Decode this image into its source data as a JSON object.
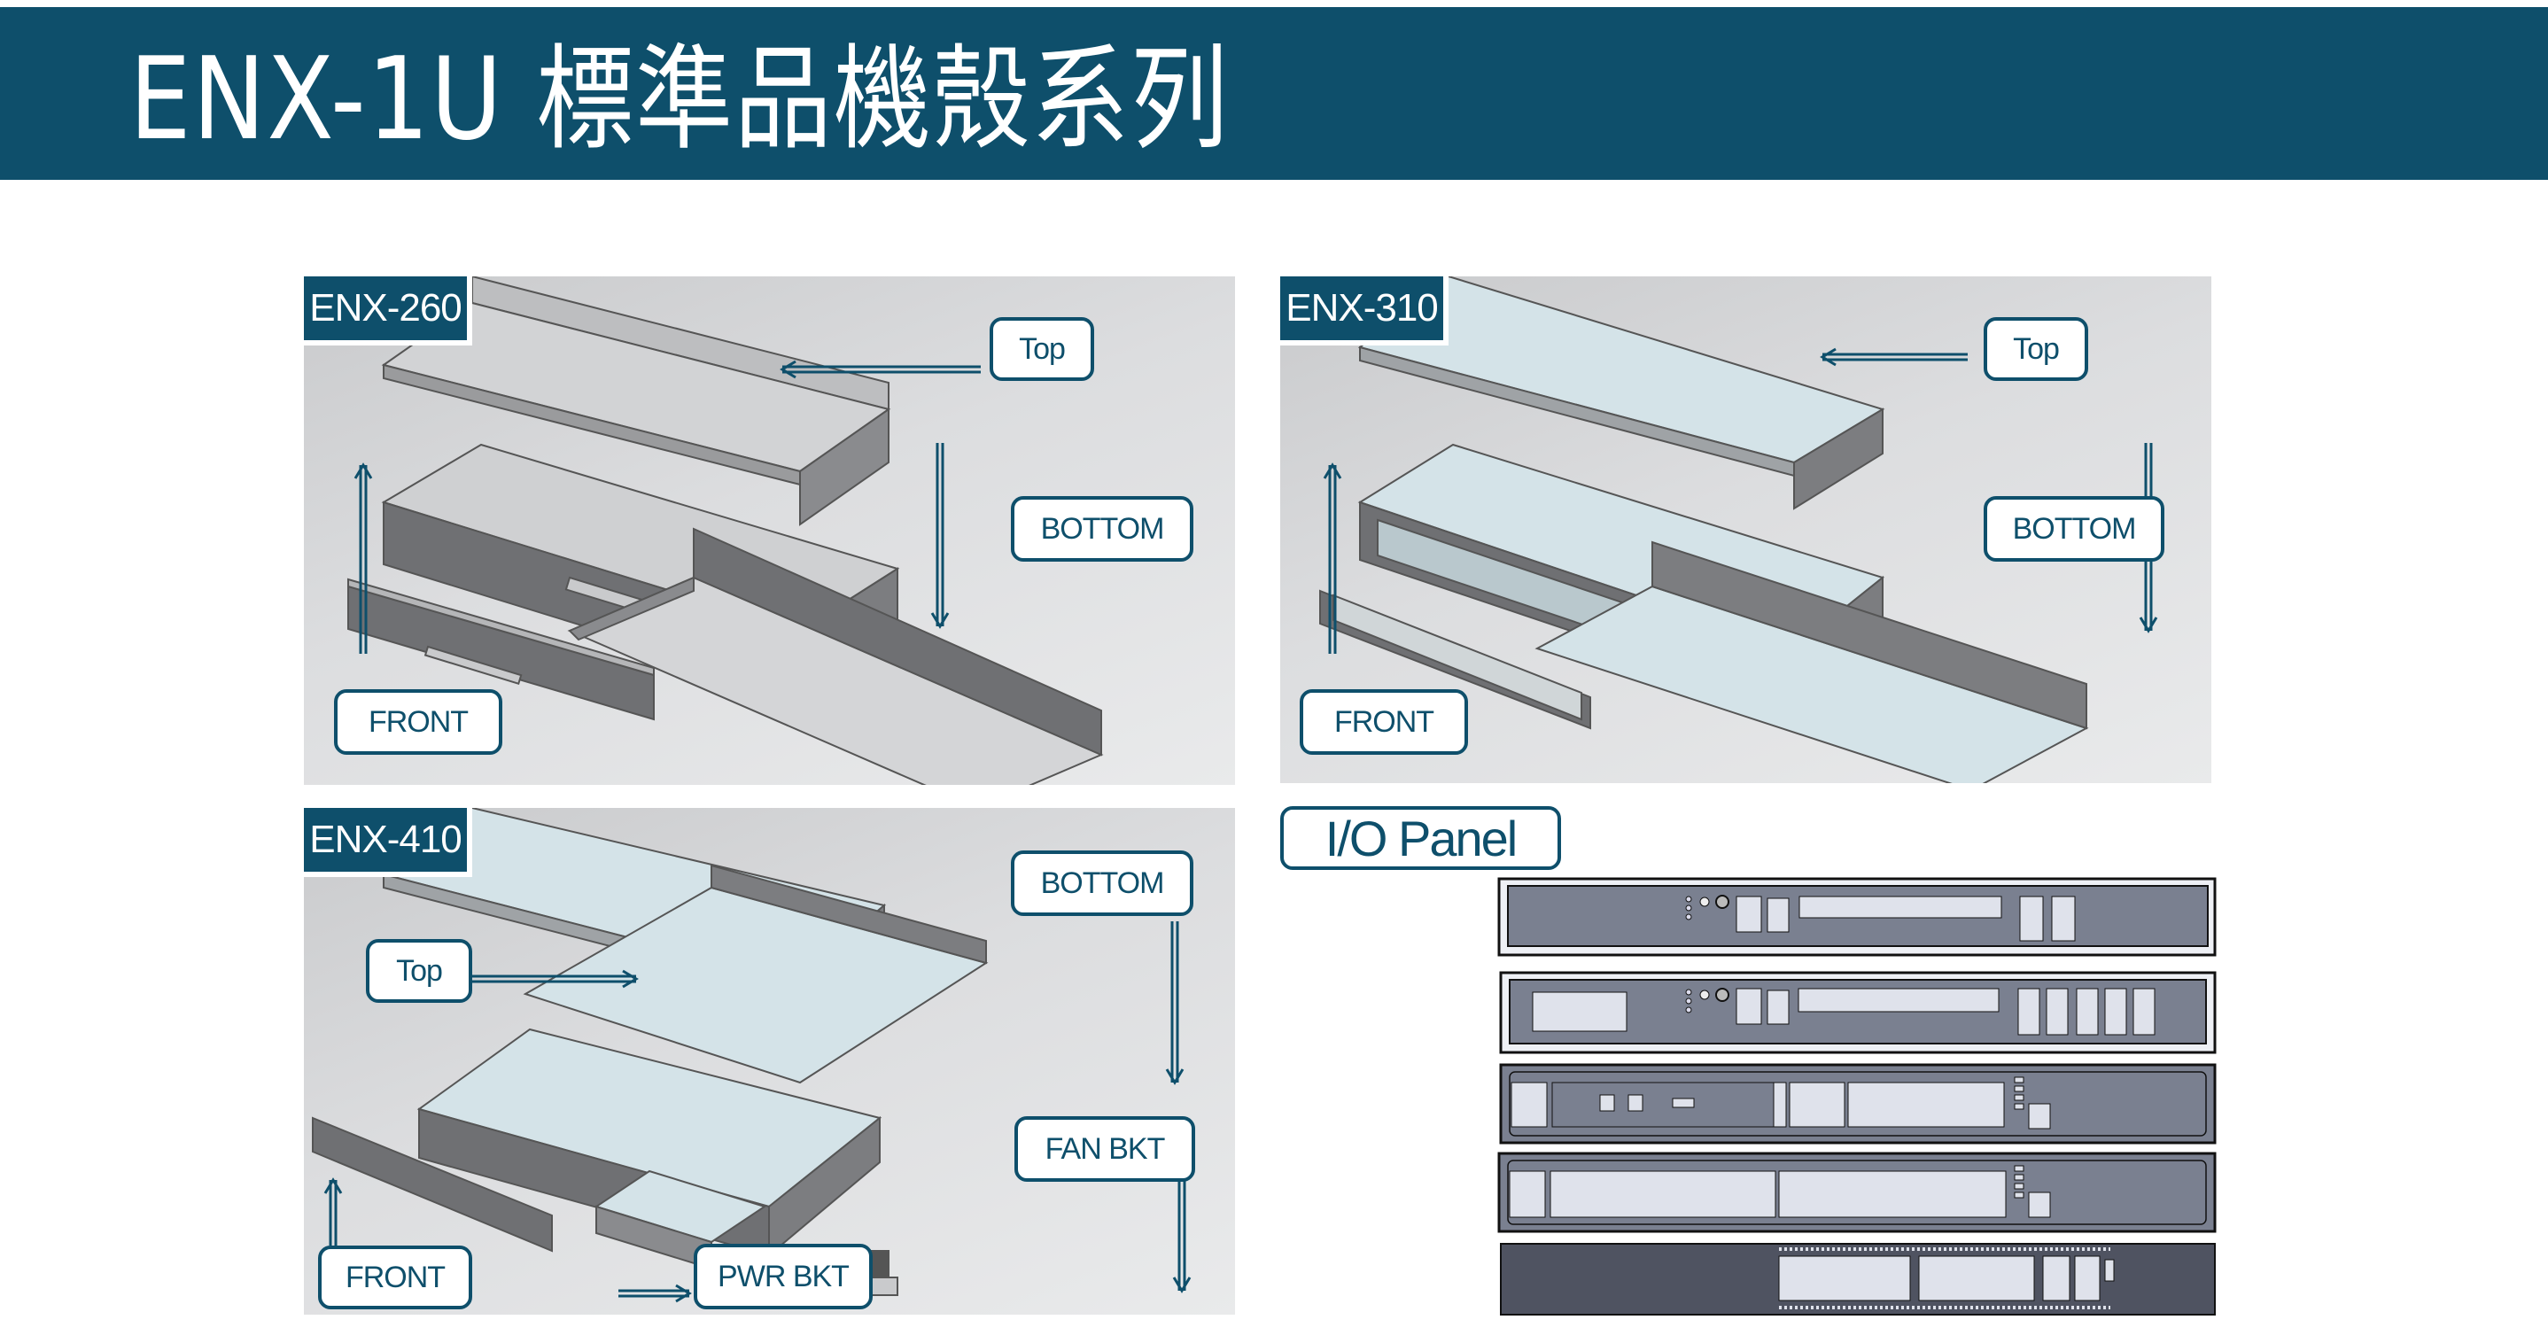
{
  "header": {
    "title": "ENX-1U 標準品機殼系列",
    "color": "#0e4f6b"
  },
  "panels": [
    {
      "model": "ENX-260",
      "labels": {
        "top": "Top",
        "bottom": "BOTTOM",
        "front": "FRONT"
      }
    },
    {
      "model": "ENX-310",
      "labels": {
        "top": "Top",
        "bottom": "BOTTOM",
        "front": "FRONT"
      }
    },
    {
      "model": "ENX-410",
      "labels": {
        "top": "Top",
        "bottom": "BOTTOM",
        "front": "FRONT",
        "fan_bkt": "FAN BKT",
        "pwr_bkt": "PWR BKT"
      }
    }
  ],
  "io_panel": {
    "label": "I/O Panel",
    "panel_count": 5
  }
}
